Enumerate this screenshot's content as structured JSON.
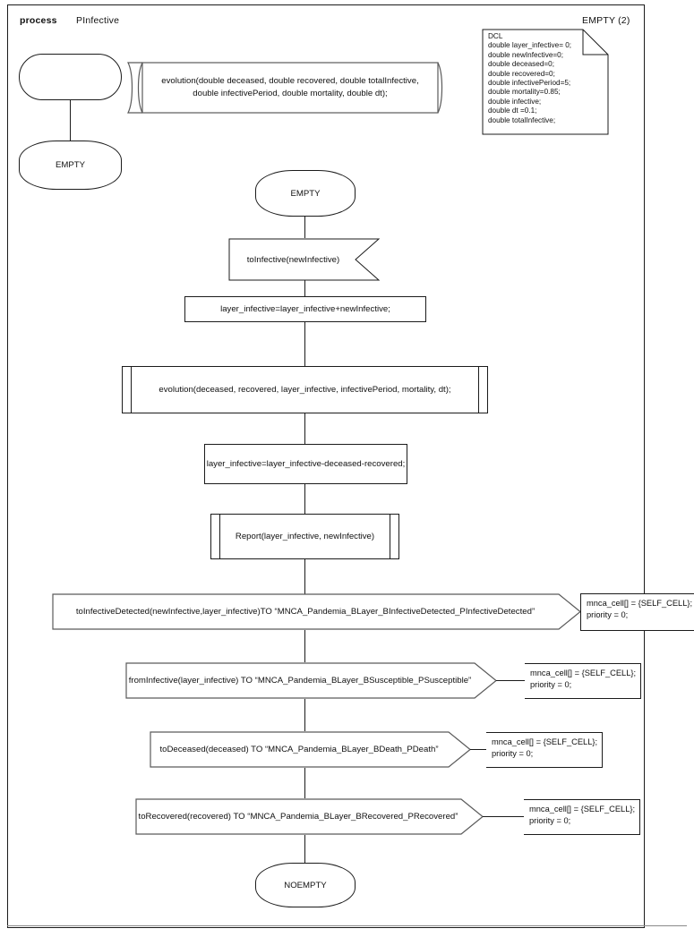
{
  "header": {
    "keyword": "process",
    "process_name": "PInfective",
    "page_label": "EMPTY (2)"
  },
  "declaration": {
    "title": "DCL",
    "lines": [
      "double layer_infective= 0;",
      "double newInfective=0;",
      "double deceased=0;",
      "double recovered=0;",
      "double infectivePeriod=5;",
      "double mortality=0.85;",
      "double infective;",
      "double dt =0.1;",
      "double totalInfective;"
    ],
    "text": "DCL\ndouble layer_infective= 0;\ndouble newInfective=0;\ndouble deceased=0;\ndouble recovered=0;\ndouble infectivePeriod=5;\ndouble mortality=0.85;\ndouble infective;\ndouble dt =0.1;\ndouble totalInfective;"
  },
  "procedure_declaration": {
    "line1": "evolution(double deceased, double recovered, double totalInfective,",
    "line2": "double infectivePeriod, double mortality, double dt);"
  },
  "start_branch": {
    "start_symbol_label": "",
    "state_label": "EMPTY"
  },
  "flow": {
    "state_start": "EMPTY",
    "input": "toInfective(newInfective)",
    "task1": "layer_infective=layer_infective+newInfective;",
    "procedure_call": "evolution(deceased, recovered, layer_infective, infectivePeriod, mortality, dt);",
    "task2": "layer_infective=layer_infective-deceased-recovered;",
    "report_call": "Report(layer_infective, newInfective)",
    "output1": "toInfectiveDetected(newInfective,layer_infective)TO “MNCA_Pandemia_BLayer_BInfectiveDetected_PInfectiveDetected”",
    "output2": "fromInfective(layer_infective) TO “MNCA_Pandemia_BLayer_BSusceptible_PSusceptible”",
    "output3": "toDeceased(deceased) TO “MNCA_Pandemia_BLayer_BDeath_PDeath”",
    "output4": "toRecovered(recovered) TO “MNCA_Pandemia_BLayer_BRecovered_PRecovered”",
    "state_end": "NOEMPTY"
  },
  "comments": [
    {
      "line1": "mnca_cell[] = {SELF_CELL};",
      "line2": "priority = 0;"
    },
    {
      "line1": "mnca_cell[] = {SELF_CELL};",
      "line2": "priority = 0;"
    },
    {
      "line1": "mnca_cell[] = {SELF_CELL};",
      "line2": "priority = 0;"
    },
    {
      "line1": "mnca_cell[] = {SELF_CELL};",
      "line2": "priority = 0;"
    }
  ],
  "colors": {
    "stroke": "#1b1b1b",
    "frame": "#8a8a8a",
    "background": "#ffffff",
    "text": "#111111"
  }
}
